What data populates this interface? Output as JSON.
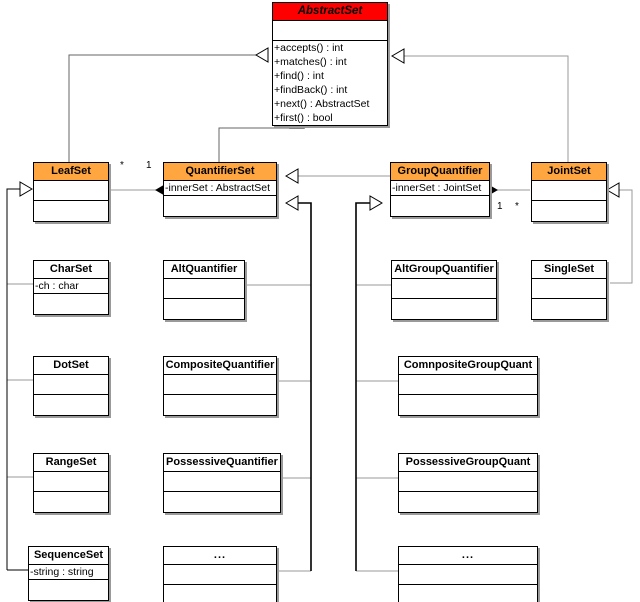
{
  "diagram": {
    "title": "Regex Set class hierarchy UML diagram",
    "colors": {
      "abstract_header": "#ff0000",
      "concrete_header": "#ffa640",
      "plain_header": "#ffffff",
      "line": "#000000",
      "shadow": "#9a9a9a"
    },
    "classes": {
      "abstract_set": {
        "name": "AbstractSet",
        "operations": [
          "+accepts() : int",
          "+matches() : int",
          "+find() : int",
          "+findBack() : int",
          "+next() : AbstractSet",
          "+first() : bool"
        ]
      },
      "leaf_set": {
        "name": "LeafSet"
      },
      "quantifier_set": {
        "name": "QuantifierSet",
        "attribute": "-innerSet : AbstractSet"
      },
      "group_quantifier": {
        "name": "GroupQuantifier",
        "attribute": "-innerSet : JointSet"
      },
      "joint_set": {
        "name": "JointSet"
      },
      "char_set": {
        "name": "CharSet",
        "attribute": "-ch : char"
      },
      "dot_set": {
        "name": "DotSet"
      },
      "range_set": {
        "name": "RangeSet"
      },
      "sequence_set": {
        "name": "SequenceSet",
        "attribute": "-string : string"
      },
      "alt_quantifier": {
        "name": "AltQuantifier"
      },
      "composite_quantifier": {
        "name": "CompositeQuantifier"
      },
      "possessive_quantifier": {
        "name": "PossessiveQuantifier"
      },
      "more_quantifier": {
        "name": "..."
      },
      "alt_group_quantifier": {
        "name": "AltGroupQuantifier"
      },
      "composite_group_quant": {
        "name": "ComnpositeGroupQuant"
      },
      "possessive_group_quant": {
        "name": "PossessiveGroupQuant"
      },
      "more_group_quant": {
        "name": "..."
      },
      "single_set": {
        "name": "SingleSet"
      }
    },
    "multiplicities": {
      "leaf_to_quantifier_many": "*",
      "leaf_to_quantifier_one": "1",
      "group_to_joint_one": "1",
      "group_to_joint_many": "*"
    }
  }
}
